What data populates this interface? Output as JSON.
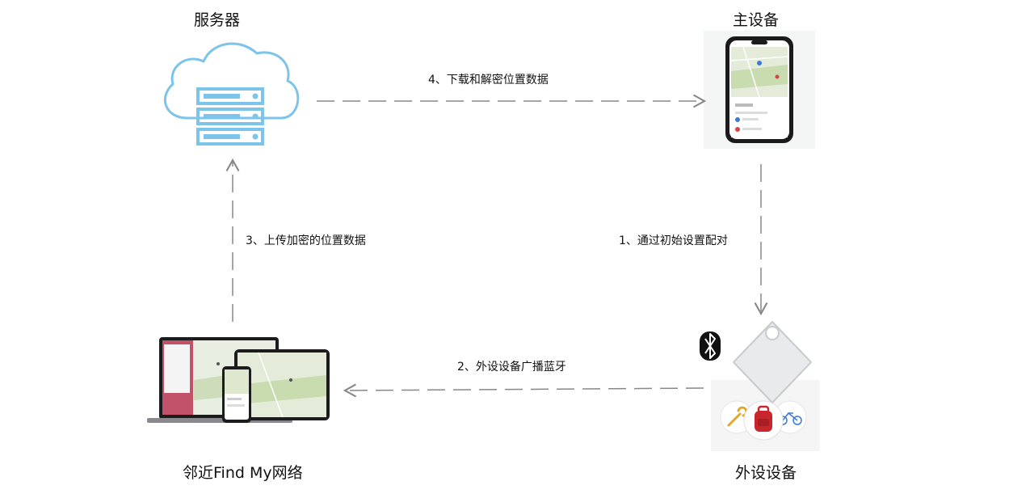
{
  "nodes": {
    "server": {
      "label": "服务器",
      "icon": "cloud-server-icon"
    },
    "owner_device": {
      "label": "主设备",
      "icon": "phone-icon"
    },
    "accessory": {
      "label": "外设设备",
      "icon": "tracker-tag-icon",
      "badge_icon": "bluetooth-icon"
    },
    "network": {
      "label": "邻近Find My网络",
      "icon": "laptop-tablet-phone-icon"
    }
  },
  "steps": [
    {
      "text": "1、通过初始设置配对"
    },
    {
      "text": "2、外设设备广播蓝牙"
    },
    {
      "text": "3、上传加密的位置数据"
    },
    {
      "text": "4、下载和解密位置数据"
    }
  ],
  "colors": {
    "cloud": "#7cc4ea",
    "arrow": "#888888",
    "text": "#111111"
  }
}
